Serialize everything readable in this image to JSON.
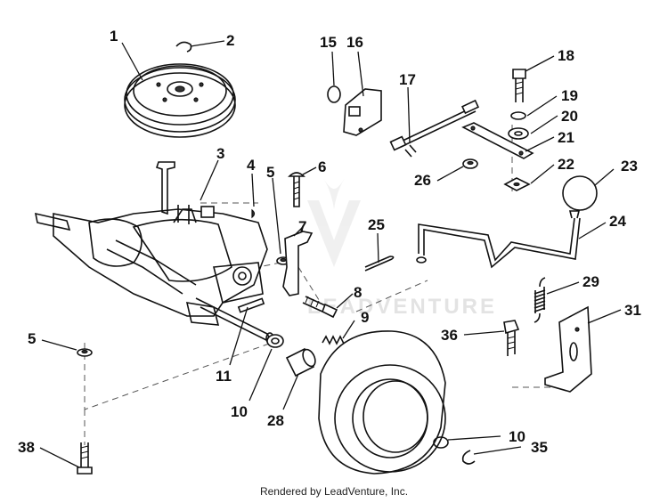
{
  "diagram": {
    "callouts": [
      "1",
      "2",
      "3",
      "4",
      "5",
      "6",
      "7",
      "8",
      "9",
      "10",
      "11",
      "15",
      "16",
      "17",
      "18",
      "19",
      "20",
      "21",
      "22",
      "23",
      "24",
      "25",
      "26",
      "28",
      "29",
      "31",
      "35",
      "36",
      "38"
    ],
    "callouts_repeat": [
      "5",
      "10"
    ],
    "watermark": "LEADVENTURE",
    "footer": "Rendered by LeadVenture, Inc."
  }
}
